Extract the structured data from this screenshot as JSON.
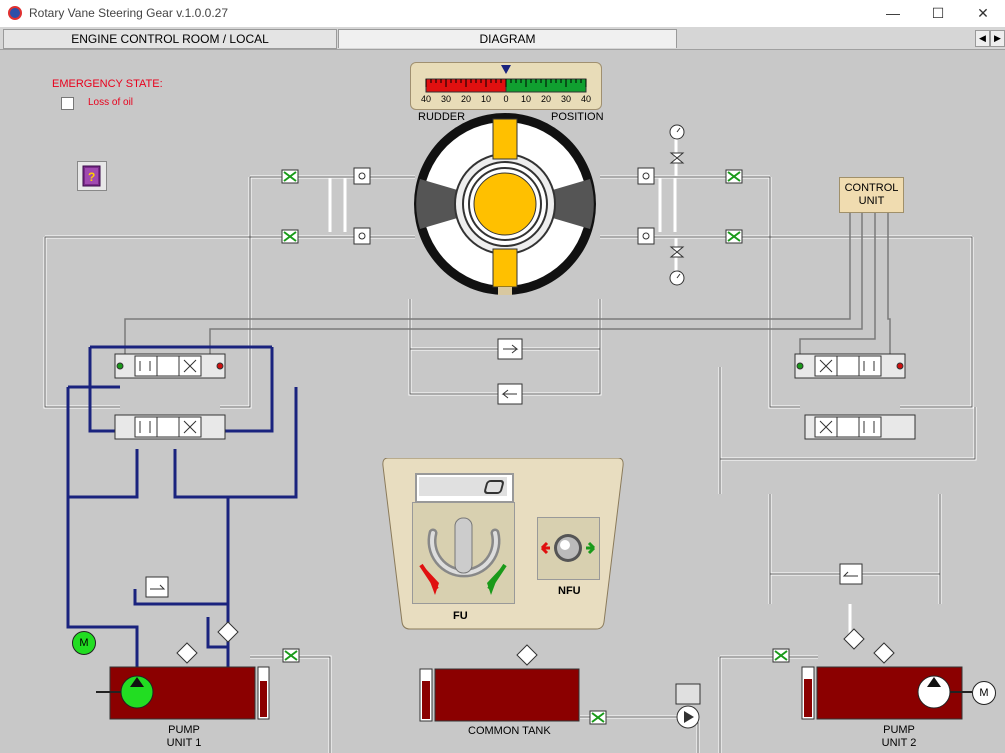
{
  "window": {
    "title": "Rotary Vane Steering Gear  v.1.0.0.27",
    "min_icon": "minimize-icon",
    "max_icon": "maximize-icon",
    "close_icon": "close-icon",
    "min_glyph": "—",
    "max_glyph": "☐",
    "close_glyph": "✕"
  },
  "tabs": [
    {
      "label": "ENGINE CONTROL ROOM / LOCAL"
    },
    {
      "label": "DIAGRAM"
    }
  ],
  "tab_scroll": {
    "left": "◀",
    "right": "▶"
  },
  "emergency": {
    "title": "EMERGENCY STATE:",
    "loss_of_oil": "Loss of oil",
    "loss_of_oil_checked": false
  },
  "rudder_indicator": {
    "ticks": [
      "40",
      "30",
      "20",
      "10",
      "0",
      "10",
      "20",
      "30",
      "40"
    ],
    "label_left": "RUDDER",
    "label_right": "POSITION",
    "value_deg": 0,
    "port_color": "#e01010",
    "stbd_color": "#10a030"
  },
  "control_unit": {
    "line1": "CONTROL",
    "line2": "UNIT"
  },
  "joystick_panel": {
    "fu_label": "FU",
    "nfu_label": "NFU",
    "display_value": ""
  },
  "pumps": [
    {
      "line1": "PUMP",
      "line2": "UNIT 1",
      "motor": "M",
      "running": true,
      "motor_color": "#22dd22"
    },
    {
      "line1": "PUMP",
      "line2": "UNIT 2",
      "motor": "M",
      "running": false,
      "motor_color": "#ffffff"
    }
  ],
  "tank": {
    "label": "COMMON TANK"
  },
  "colors": {
    "hydraulic_active": "#1a237e",
    "pipe": "#ffffff",
    "tank_red": "#8b0000",
    "rotor_yellow": "#ffc000",
    "panel_beige": "#e8ddc0"
  }
}
